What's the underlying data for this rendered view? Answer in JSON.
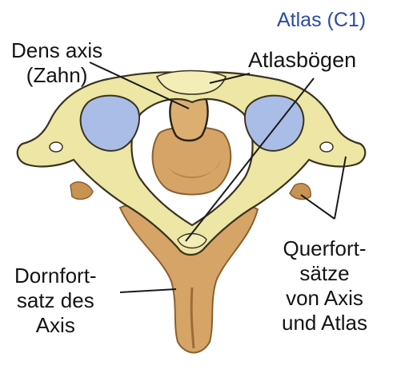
{
  "title": "Atlas (C1)",
  "labels": {
    "dens_axis": [
      "Dens axis",
      "(Zahn)"
    ],
    "atlasboegen": "Atlasbögen",
    "dornfortsatz": [
      "Dornfort-",
      "satz des",
      "Axis"
    ],
    "querfortsaetze": [
      "Querfort-",
      "sätze",
      "von Axis",
      "und Atlas"
    ]
  },
  "colors": {
    "title": "#2c4aa6",
    "label_text": "#141414",
    "atlas_bone": "#ede6a4",
    "atlas_outline": "#3a3220",
    "axis_bone": "#d6a466",
    "axis_shadow": "#b98549",
    "articular_facet": "#a9bde6",
    "leader_line": "#1a1a1a"
  }
}
